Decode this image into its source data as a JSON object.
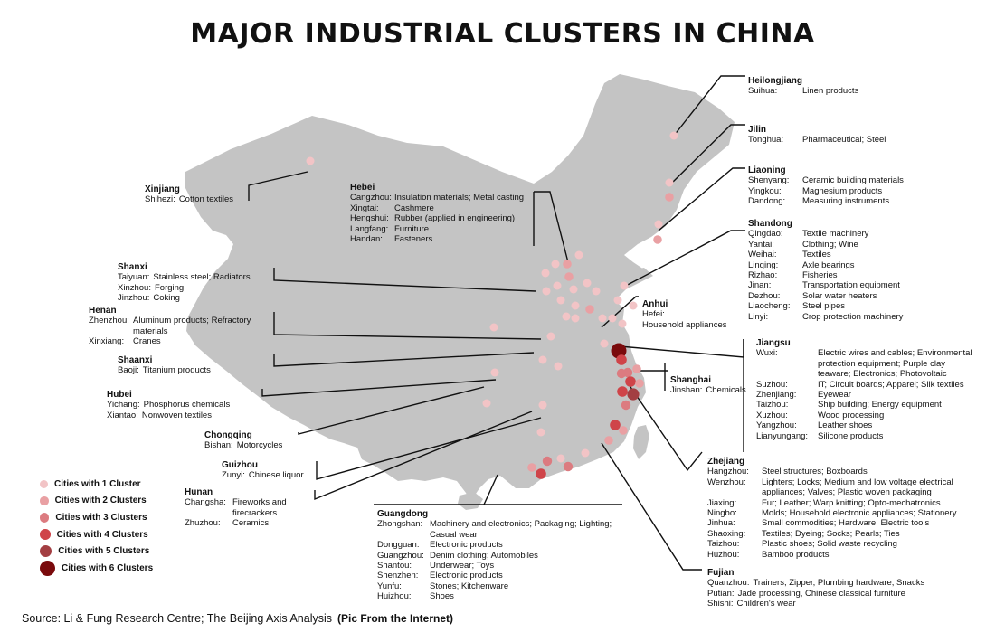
{
  "title": "MAJOR INDUSTRIAL CLUSTERS IN CHINA",
  "colors": {
    "land": "#c4c4c4",
    "line": "#111111",
    "c1": "#f2c4c6",
    "c2": "#e9a0a3",
    "c3": "#dc7b80",
    "c4": "#cf4449",
    "c5": "#a33e42",
    "c6": "#7a0a0c"
  },
  "legend": [
    {
      "label": "Cities with 1 Cluster",
      "level": 1
    },
    {
      "label": "Cities with 2 Clusters",
      "level": 2
    },
    {
      "label": "Cities with 3 Clusters",
      "level": 3
    },
    {
      "label": "Cities with 4 Clusters",
      "level": 4
    },
    {
      "label": "Cities with 5 Clusters",
      "level": 5
    },
    {
      "label": "Cities with 6 Clusters",
      "level": 6
    }
  ],
  "source": "Source: Li & Fung Research Centre; The Beijing Axis Analysis",
  "source_note": "(Pic From the Internet)",
  "provinces": {
    "heilongjiang": {
      "name": "Heilongjiang",
      "rows": [
        {
          "city": "Suihua:",
          "products": "Linen products"
        }
      ]
    },
    "jilin": {
      "name": "Jilin",
      "rows": [
        {
          "city": "Tonghua:",
          "products": "Pharmaceutical; Steel"
        }
      ]
    },
    "liaoning": {
      "name": "Liaoning",
      "rows": [
        {
          "city": "Shenyang:",
          "products": "Ceramic building materials"
        },
        {
          "city": "Yingkou:",
          "products": "Magnesium products"
        },
        {
          "city": "Dandong:",
          "products": "Measuring instruments"
        }
      ]
    },
    "shandong": {
      "name": "Shandong",
      "rows": [
        {
          "city": "Qingdao:",
          "products": "Textile machinery"
        },
        {
          "city": "Yantai:",
          "products": "Clothing; Wine"
        },
        {
          "city": "Weihai:",
          "products": "Textiles"
        },
        {
          "city": "Linqing:",
          "products": "Axle bearings"
        },
        {
          "city": "Rizhao:",
          "products": "Fisheries"
        },
        {
          "city": "Jinan:",
          "products": "Transportation equipment"
        },
        {
          "city": "Dezhou:",
          "products": "Solar water heaters"
        },
        {
          "city": "Liaocheng:",
          "products": "Steel pipes"
        },
        {
          "city": "Linyi:",
          "products": "Crop protection machinery"
        }
      ]
    },
    "anhui": {
      "name": "Anhui",
      "rows": [
        {
          "city": "Hefei:",
          "products": "Household appliances"
        }
      ]
    },
    "jiangsu": {
      "name": "Jiangsu",
      "rows": [
        {
          "city": "Wuxi:",
          "products": "Electric wires and cables; Environmental protection equipment; Purple clay teaware; Electronics; Photovoltaic"
        },
        {
          "city": "Suzhou:",
          "products": "IT; Circuit boards; Apparel; Silk textiles"
        },
        {
          "city": "Zhenjiang:",
          "products": "Eyewear"
        },
        {
          "city": "Taizhou:",
          "products": "Ship building; Energy equipment"
        },
        {
          "city": "Xuzhou:",
          "products": "Wood processing"
        },
        {
          "city": "Yangzhou:",
          "products": "Leather shoes"
        },
        {
          "city": "Lianyungang:",
          "products": "Silicone products"
        }
      ]
    },
    "shanghai": {
      "name": "Shanghai",
      "rows": [
        {
          "city": "Jinshan:",
          "products": "Chemicals"
        }
      ]
    },
    "zhejiang": {
      "name": "Zhejiang",
      "rows": [
        {
          "city": "Hangzhou:",
          "products": "Steel structures; Boxboards"
        },
        {
          "city": "Wenzhou:",
          "products": "Lighters; Locks; Medium and low voltage electrical appliances; Valves; Plastic woven packaging"
        },
        {
          "city": "Jiaxing:",
          "products": "Fur; Leather; Warp knitting; Opto-mechatronics"
        },
        {
          "city": "Ningbo:",
          "products": "Molds; Household electronic appliances; Stationery"
        },
        {
          "city": "Jinhua:",
          "products": "Small commodities; Hardware; Electric tools"
        },
        {
          "city": "Shaoxing:",
          "products": "Textiles; Dyeing; Socks; Pearls; Ties"
        },
        {
          "city": "Taizhou:",
          "products": "Plastic shoes; Solid waste recycling"
        },
        {
          "city": "Huzhou:",
          "products": "Bamboo products"
        }
      ]
    },
    "fujian": {
      "name": "Fujian",
      "rows": [
        {
          "city": "Quanzhou:",
          "products": "Trainers, Zipper, Plumbing hardware, Snacks"
        },
        {
          "city": "Putian:",
          "products": "Jade processing, Chinese classical furniture"
        },
        {
          "city": "Shishi:",
          "products": "Children's wear"
        }
      ]
    },
    "guangdong": {
      "name": "Guangdong",
      "rows": [
        {
          "city": "Zhongshan:",
          "products": "Machinery and electronics; Packaging; Lighting; Casual wear"
        },
        {
          "city": "Dongguan:",
          "products": "Electronic products"
        },
        {
          "city": "Guangzhou:",
          "products": "Denim clothing; Automobiles"
        },
        {
          "city": "Shantou:",
          "products": "Underwear; Toys"
        },
        {
          "city": "Shenzhen:",
          "products": "Electronic products"
        },
        {
          "city": "Yunfu:",
          "products": "Stones; Kitchenware"
        },
        {
          "city": "Huizhou:",
          "products": "Shoes"
        }
      ]
    },
    "xinjiang": {
      "name": "Xinjiang",
      "rows": [
        {
          "city": "Shihezi:",
          "products": "Cotton textiles"
        }
      ]
    },
    "hebei": {
      "name": "Hebei",
      "rows": [
        {
          "city": "Cangzhou:",
          "products": "Insulation materials; Metal casting"
        },
        {
          "city": "Xingtai:",
          "products": "Cashmere"
        },
        {
          "city": "Hengshui:",
          "products": "Rubber (applied in engineering)"
        },
        {
          "city": "Langfang:",
          "products": "Furniture"
        },
        {
          "city": "Handan:",
          "products": "Fasteners"
        }
      ]
    },
    "shanxi": {
      "name": "Shanxi",
      "rows": [
        {
          "city": "Taiyuan:",
          "products": "Stainless steel; Radiators"
        },
        {
          "city": "Xinzhou:",
          "products": "Forging"
        },
        {
          "city": "Jinzhou:",
          "products": "Coking"
        }
      ]
    },
    "henan": {
      "name": "Henan",
      "rows": [
        {
          "city": "Zhenzhou:",
          "products": "Aluminum products; Refractory materials"
        },
        {
          "city": "Xinxiang:",
          "products": "Cranes"
        }
      ]
    },
    "shaanxi": {
      "name": "Shaanxi",
      "rows": [
        {
          "city": "Baoji:",
          "products": "Titanium products"
        }
      ]
    },
    "hubei": {
      "name": "Hubei",
      "rows": [
        {
          "city": "Yichang:",
          "products": "Phosphorus chemicals"
        },
        {
          "city": "Xiantao:",
          "products": "Nonwoven textiles"
        }
      ]
    },
    "chongqing": {
      "name": "Chongqing",
      "rows": [
        {
          "city": "Bishan:",
          "products": "Motorcycles"
        }
      ]
    },
    "guizhou": {
      "name": "Guizhou",
      "rows": [
        {
          "city": "Zunyi:",
          "products": "Chinese liquor"
        }
      ]
    },
    "hunan": {
      "name": "Hunan",
      "rows": [
        {
          "city": "Changsha:",
          "products": "Fireworks and firecrackers"
        },
        {
          "city": "Zhuzhou:",
          "products": "Ceramics"
        }
      ]
    }
  },
  "city_dots": [
    {
      "level": 1
    },
    {
      "level": 1
    },
    {
      "level": 2
    },
    {
      "level": 1
    },
    {
      "level": 1
    },
    {
      "level": 2
    },
    {
      "level": 1
    },
    {
      "level": 2
    },
    {
      "level": 1
    },
    {
      "level": 2
    },
    {
      "level": 1
    },
    {
      "level": 1
    },
    {
      "level": 1
    },
    {
      "level": 1
    },
    {
      "level": 1
    },
    {
      "level": 1
    },
    {
      "level": 1
    },
    {
      "level": 1
    },
    {
      "level": 2
    },
    {
      "level": 1
    },
    {
      "level": 1
    },
    {
      "level": 1
    },
    {
      "level": 1
    },
    {
      "level": 1
    },
    {
      "level": 1
    },
    {
      "level": 1
    },
    {
      "level": 1
    },
    {
      "level": 1
    },
    {
      "level": 1
    },
    {
      "level": 1
    },
    {
      "level": 1
    },
    {
      "level": 1
    },
    {
      "level": 1
    },
    {
      "level": 1
    },
    {
      "level": 6
    },
    {
      "level": 4
    },
    {
      "level": 3
    },
    {
      "level": 4
    },
    {
      "level": 5
    },
    {
      "level": 2
    },
    {
      "level": 2
    },
    {
      "level": 3
    },
    {
      "level": 4
    },
    {
      "level": 3
    },
    {
      "level": 2
    },
    {
      "level": 4
    },
    {
      "level": 2
    },
    {
      "level": 1
    },
    {
      "level": 3
    },
    {
      "level": 3
    },
    {
      "level": 1
    },
    {
      "level": 4
    },
    {
      "level": 2
    },
    {
      "level": 1
    },
    {
      "level": 1
    }
  ]
}
